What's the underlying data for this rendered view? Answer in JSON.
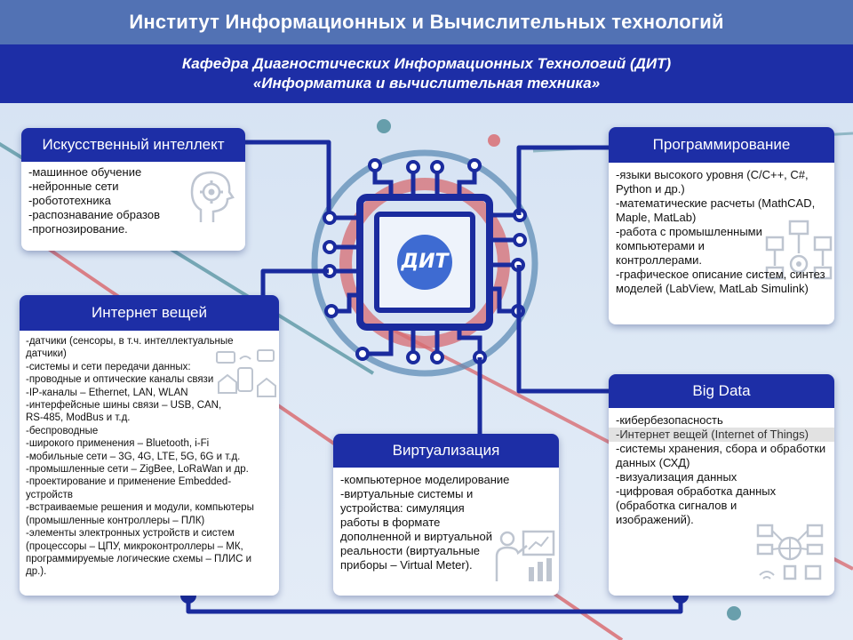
{
  "header": {
    "institute": "Институт Информационных и Вычислительных технологий",
    "department_line1": "Кафедра Диагностических Информационных Технологий (ДИТ)",
    "department_line2": "«Информатика и вычислительная техника»"
  },
  "chip": {
    "logo_text": "ДИТ"
  },
  "cards": {
    "ai": {
      "title": "Искусственный интеллект",
      "items": [
        "-машинное обучение",
        "-нейронные сети",
        "-робототехника",
        "-распознавание образов",
        "-прогнозирование."
      ]
    },
    "programming": {
      "title": "Программирование",
      "items": [
        "-языки высокого уровня (С/С++, C#, Python и др.)",
        "-математические расчеты (MathCAD, Maple, MatLab)",
        "-работа с промышленными компьютерами и контроллерами.",
        "-графическое описание систем, синтез моделей (LabView, MatLab Simulink)"
      ]
    },
    "iot": {
      "title": "Интернет вещей",
      "items": [
        "-датчики (сенсоры, в т.ч. интеллектуальные датчики)",
        "-системы и сети передачи данных:",
        "-проводные и оптические каналы связи",
        "-IP-каналы – Ethernet, LAN, WLAN",
        "-интерфейсные шины связи – USB, CAN, RS-485, ModBus и т.д.",
        "-беспроводные",
        "-широкого применения – Bluetooth, i-Fi",
        "-мобильные сети – 3G, 4G, LTE, 5G, 6G и т.д.",
        "-промышленные сети – ZigBee, LoRaWan и др.",
        "-проектирование и применение Embedded-устройств",
        "-встраиваемые решения и модули, компьютеры (промышленные контроллеры – ПЛК)",
        "-элементы электронных устройств и систем (процессоры – ЦПУ, микроконтроллеры – МК, программируемые логические схемы – ПЛИС и др.)."
      ]
    },
    "virtualization": {
      "title": "Виртуализация",
      "items": [
        "-компьютерное моделирование",
        "-виртуальные системы и устройства: симуляция работы в формате дополненной и виртуальной реальности (виртуальные приборы – Virtual Meter)."
      ]
    },
    "bigdata": {
      "title": "Big Data",
      "items": [
        "-кибербезопасность",
        "-Интернет вещей (Internet of Things)",
        "-системы хранения, сбора и обработки данных (СХД)",
        "-визуализация данных",
        "-цифровая обработка данных (обработка сигналов и изображений)."
      ]
    }
  },
  "colors": {
    "header_top": "#5272b4",
    "header_sub": "#1d2ea6",
    "accent_blue": "#1d2ea6",
    "circuit_blue": "#1a2b9e",
    "stripe_red": "#d9666b",
    "stripe_teal": "#4a8c99",
    "ring": "#5d8cb5"
  }
}
